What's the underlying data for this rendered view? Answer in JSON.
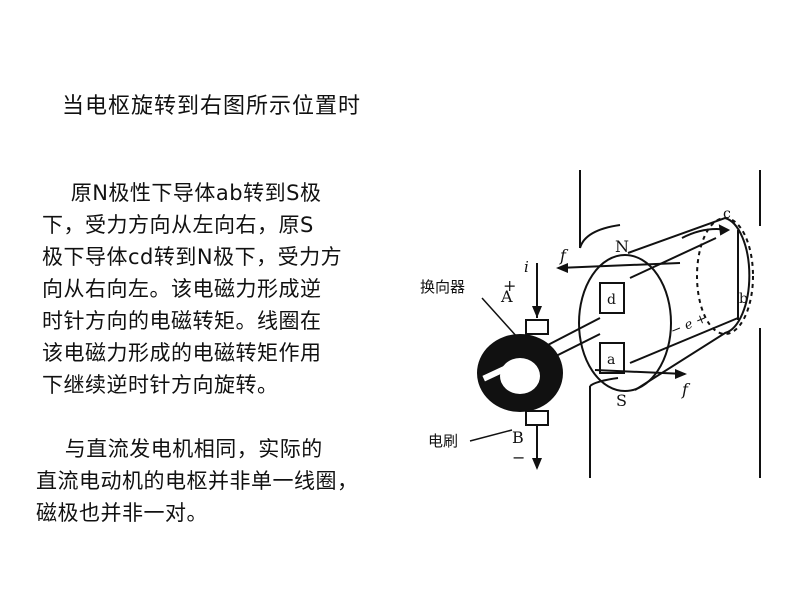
{
  "heading": "当电枢旋转到右图所示位置时",
  "paragraph1": [
    "    原N极性下导体ab转到S极",
    "下，受力方向从左向右，原S",
    "极下导体cd转到N极下，受力方",
    "向从右向左。该电磁力形成逆",
    "时针方向的电磁转矩。线圈在",
    "该电磁力形成的电磁转矩作用",
    "下继续逆时针方向旋转。"
  ],
  "paragraph2": [
    "    与直流发电机相同，实际的",
    "直流电动机的电枢并非单一线圈，",
    "磁极也并非一对。"
  ],
  "diagram": {
    "commutator_label": "换向器",
    "brush_label": "电刷",
    "pole_north": "N",
    "pole_south": "S",
    "brush_a_label": "A",
    "brush_b_label": "B",
    "plus_sign": "+",
    "minus_sign": "−",
    "current_label": "i",
    "force_label_top": "f",
    "force_label_bottom": "f",
    "emf_label": "− e +",
    "conductor_a": "a",
    "conductor_b": "b",
    "conductor_c": "c",
    "conductor_d": "d"
  }
}
